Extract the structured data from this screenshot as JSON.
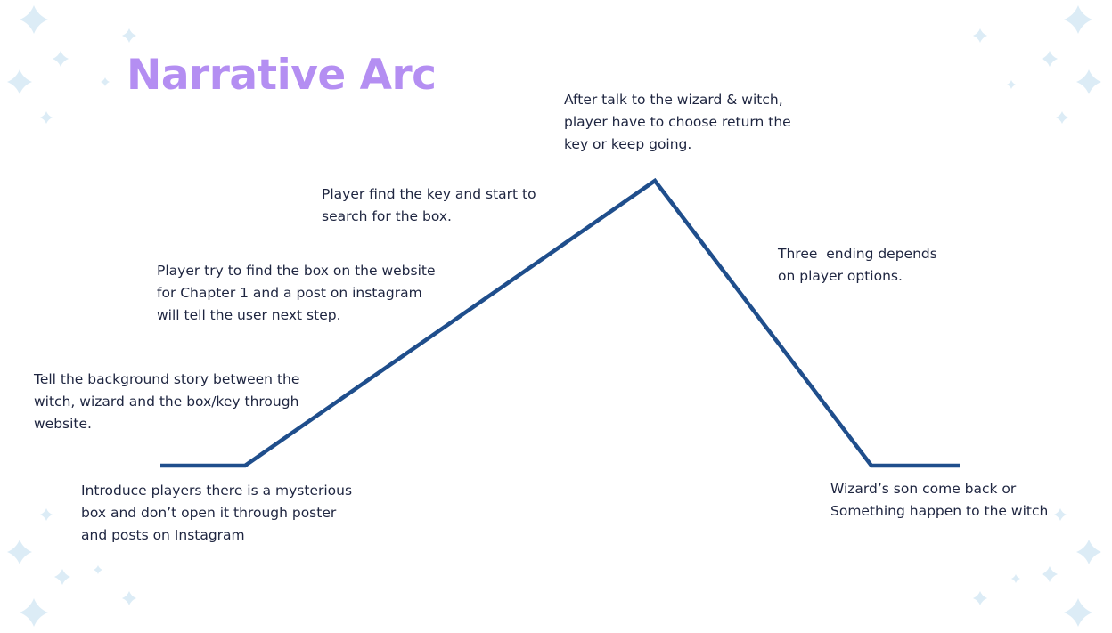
{
  "slide": {
    "title": "Narrative Arc"
  },
  "colors": {
    "title": "#b48ef2",
    "arc_line": "#1f4e8c",
    "text": "#1e2540",
    "sparkle": "#dcecf6"
  },
  "arc": {
    "stages": [
      {
        "id": "intro",
        "name": "note-intro",
        "lines": [
          "Introduce players there is a mysterious",
          "box and don’t open it through poster",
          "and posts on Instagram"
        ]
      },
      {
        "id": "background",
        "name": "note-background",
        "lines": [
          "Tell the background story between the",
          "witch, wizard and the box/key through",
          "website."
        ]
      },
      {
        "id": "chapter1",
        "name": "note-chapter1",
        "lines": [
          "Player try to find the box on the website",
          "for Chapter 1 and a post on instagram",
          "will tell the user next step."
        ]
      },
      {
        "id": "key",
        "name": "note-key",
        "lines": [
          "Player find the key and start to",
          "search for the box."
        ]
      },
      {
        "id": "climax",
        "name": "note-climax",
        "lines": [
          "After talk to the wizard & witch,",
          "player have to choose return the",
          "key or keep going."
        ]
      },
      {
        "id": "endings",
        "name": "note-endings",
        "lines": [
          "Three  ending depends",
          "on player options."
        ]
      },
      {
        "id": "resolution",
        "name": "note-resolution",
        "lines": [
          "Wizard’s son come back or",
          "Something happen to the witch"
        ]
      }
    ]
  }
}
